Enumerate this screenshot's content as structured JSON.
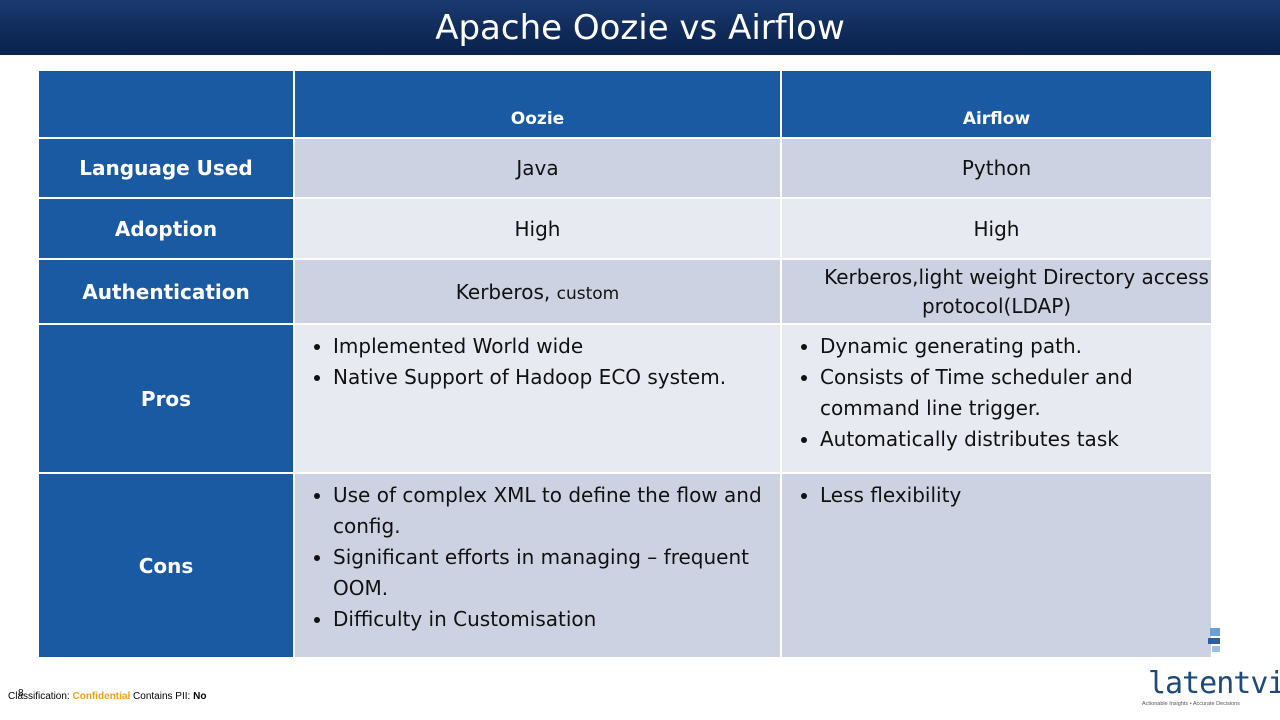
{
  "title": "Apache Oozie vs Airflow",
  "table": {
    "columns": [
      "",
      "Oozie",
      "Airflow"
    ],
    "rows": {
      "language": {
        "label": "Language Used",
        "oozie": "Java",
        "airflow": "Python"
      },
      "adoption": {
        "label": "Adoption",
        "oozie": "High",
        "airflow": "High"
      },
      "auth": {
        "label": "Authentication",
        "oozie_main": "Kerberos,",
        "oozie_small": "custom",
        "airflow_line1": "Kerberos,light weight Directory access",
        "airflow_line2": "protocol(LDAP)"
      },
      "pros": {
        "label": "Pros",
        "oozie": [
          "Implemented  World wide",
          "Native Support of Hadoop ECO system."
        ],
        "airflow": [
          "Dynamic generating path.",
          "Consists of Time scheduler and command line trigger.",
          "Automatically distributes task"
        ]
      },
      "cons": {
        "label": "Cons",
        "oozie": [
          "Use of complex XML to define the flow and config.",
          "Significant efforts in managing – frequent OOM.",
          "Difficulty in Customisation"
        ],
        "airflow": [
          "Less flexibility"
        ]
      }
    }
  },
  "footer": {
    "page_number": "8",
    "prefix": "Classification:",
    "classification": "Confidential",
    "pii_label": "Contains PII:",
    "pii_value": "No"
  },
  "logo": {
    "name": "latentview-logo",
    "word": "latentview",
    "tagline": "Actionable Insights • Accurate Decisions"
  },
  "colors": {
    "header_blue": "#1a5aa3",
    "title_bar": "#0f2a58",
    "row_dark": "#cdd2e2",
    "row_light": "#e8eaf1",
    "confidential": "#f0a020"
  }
}
